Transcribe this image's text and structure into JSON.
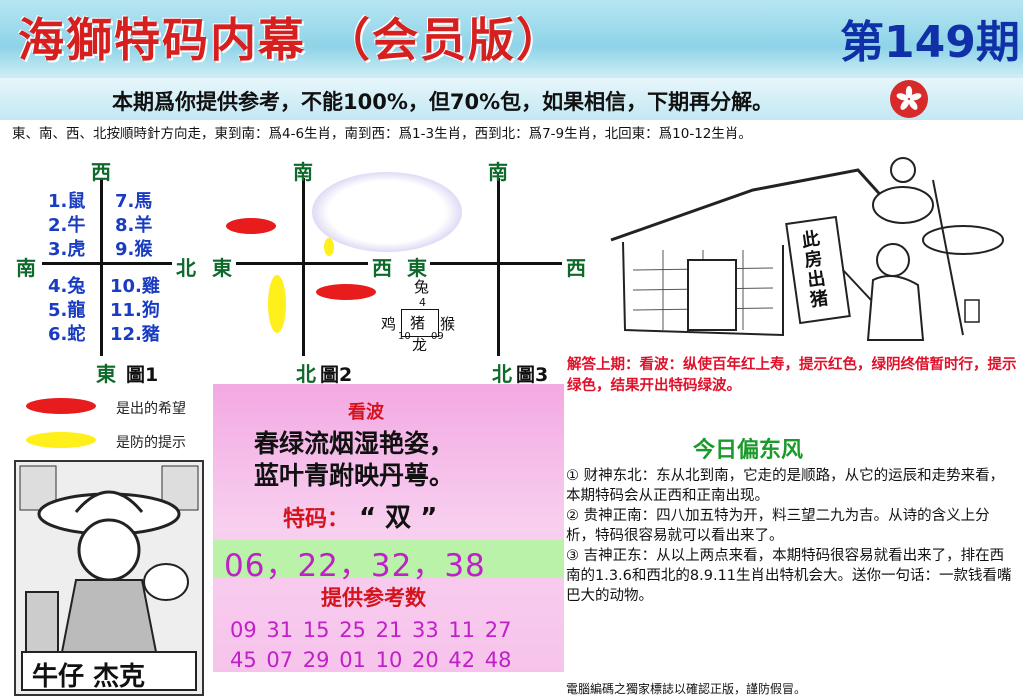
{
  "header": {
    "title": "海獅特码内幕 （会员版）",
    "issue": "第149期"
  },
  "notice": "本期爲你提供参考，不能100%，但70%包，如果相信，下期再分解。",
  "rule": "東、南、西、北按順時針方向走，東到南：爲4-6生肖，南到西：爲1-3生肖，西到北：爲7-9生肖，北回東：爲10-12生肖。",
  "diagram1": {
    "top": "西",
    "left": "南",
    "right": "北",
    "bottom": "東",
    "col1": [
      "1.鼠",
      "2.牛",
      "3.虎",
      "4.兔",
      "5.龍",
      "6.蛇"
    ],
    "col2": [
      "7.馬",
      "8.羊",
      "9.猴",
      "10.雞",
      "11.狗",
      "12.豬"
    ],
    "caption": "圖1"
  },
  "diagram2": {
    "top": "南",
    "left": "東",
    "right": "西",
    "bottom": "北",
    "caption": "圖2"
  },
  "diagram3": {
    "top": "南",
    "left": "東",
    "right": "西",
    "bottom": "北",
    "caption": "圖3",
    "top_label": "兔",
    "top_num": "4",
    "left_label": "鸡",
    "center_label": "猪",
    "right_label": "猴",
    "bottom_label": "龙",
    "bottom_left_num": "10",
    "bottom_right_num": "09"
  },
  "legend": {
    "red": "是出的希望",
    "yellow": "是防的提示"
  },
  "answer": "解答上期：看波：纵使百年红上寿，提示红色，绿阴终借暂时行，提示绿色，结果开出特码绿波。",
  "center": {
    "label": "看波",
    "poem_line1": "春绿流烟湿艳姿，",
    "poem_line2": "蓝叶青跗映丹萼。",
    "texma_label": "特码：",
    "texma_value": "“ 双 ”",
    "numbers": "06，22，32，38",
    "ref_title": "提供参考数",
    "ref_row1": "09 31 15 25 21 33 11 27",
    "ref_row2": "45 07 29 01 10 20 42 48"
  },
  "comic_left_text": "牛仔 杰克",
  "comic_right_sign": "此房出猪",
  "analysis": {
    "title": "今日偏东风",
    "p1": "① 财神东北：东从北到南，它走的是顺路，从它的运辰和走势来看，本期特码会从正西和正南出现。",
    "p2": "② 贵神正南：四八加五特为开，料三望二九为吉。从诗的含义上分析，特码很容易就可以看出来了。",
    "p3": "③ 吉神正东：从以上两点来看，本期特码很容易就看出来了，排在西南的1.3.6和西北的8.9.11生肖出特机会大。送你一句话：一款钱看嘴巴大的动物。"
  },
  "footer": "電腦編碼之獨家標誌以確認正版，謹防假冒。"
}
